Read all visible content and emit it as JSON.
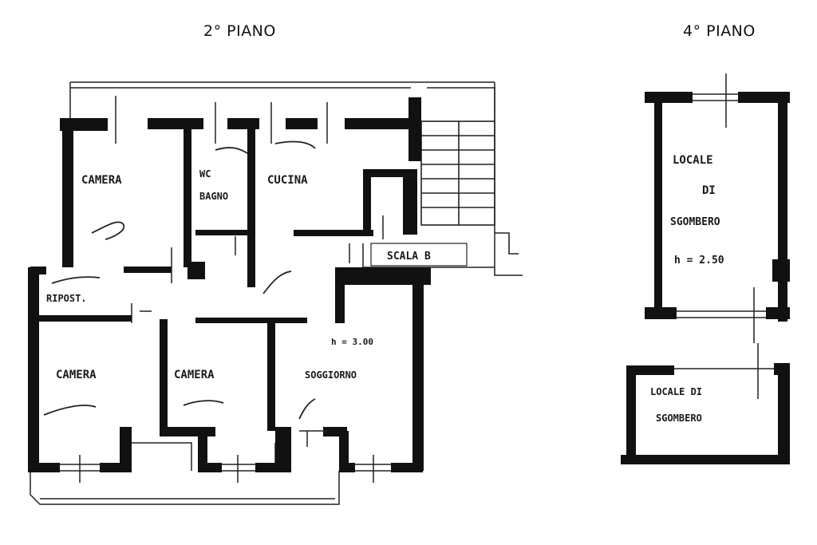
{
  "floors": [
    {
      "title": "2° PIANO",
      "rooms": {
        "camera_1": "CAMERA",
        "wc": "WC",
        "bagno": "BAGNO",
        "cucina": "CUCINA",
        "ripost": "RIPOST.",
        "camera_2": "CAMERA",
        "camera_3": "CAMERA",
        "soggiorno": "SOGGIORNO",
        "scala": "SCALA B",
        "height_note": "h = 3.00"
      }
    },
    {
      "title": "4° PIANO",
      "rooms": {
        "locale_1_l1": "LOCALE",
        "locale_1_l2": "DI",
        "locale_1_l3": "SGOMBERO",
        "locale_1_h": "h = 2.50",
        "locale_2_l1": "LOCALE DI",
        "locale_2_l2": "SGOMBERO"
      }
    }
  ],
  "colors": {
    "wall": "#111111",
    "line": "#222222",
    "paper": "#ffffff"
  }
}
